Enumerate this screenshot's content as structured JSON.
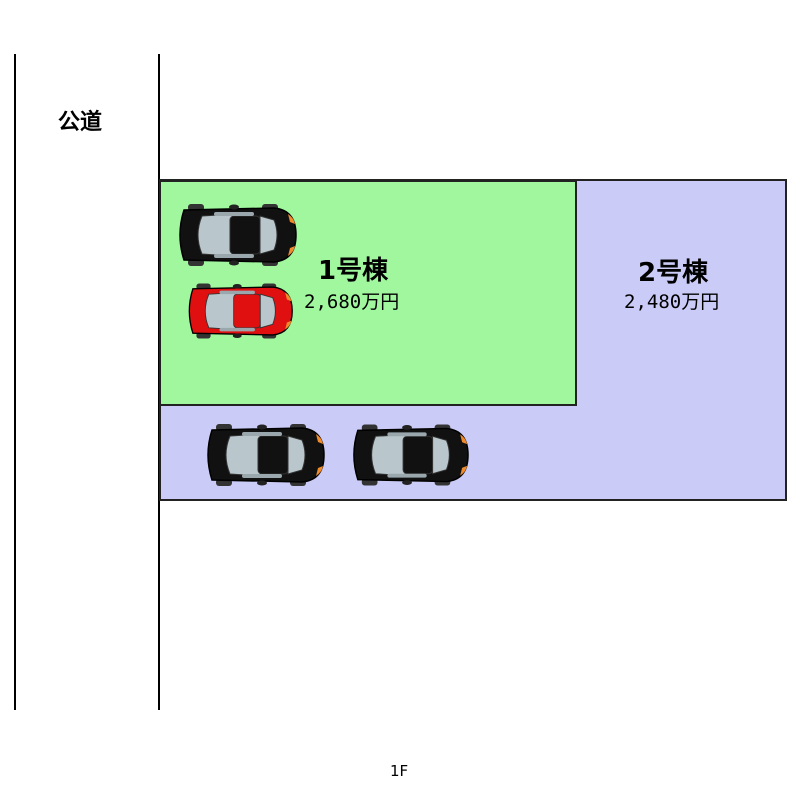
{
  "road_label": "公道",
  "lots": [
    {
      "name": "1号棟",
      "price": "2,680万円",
      "color": "#a0f79e"
    },
    {
      "name": "2号棟",
      "price": "2,480万円",
      "color": "#cbcbf8"
    }
  ],
  "parking": [
    {
      "id": "car-1",
      "color": "#111111"
    },
    {
      "id": "car-2",
      "color": "#e01010"
    },
    {
      "id": "car-3",
      "color": "#111111"
    },
    {
      "id": "car-4",
      "color": "#111111"
    }
  ],
  "floor_label": "1F"
}
